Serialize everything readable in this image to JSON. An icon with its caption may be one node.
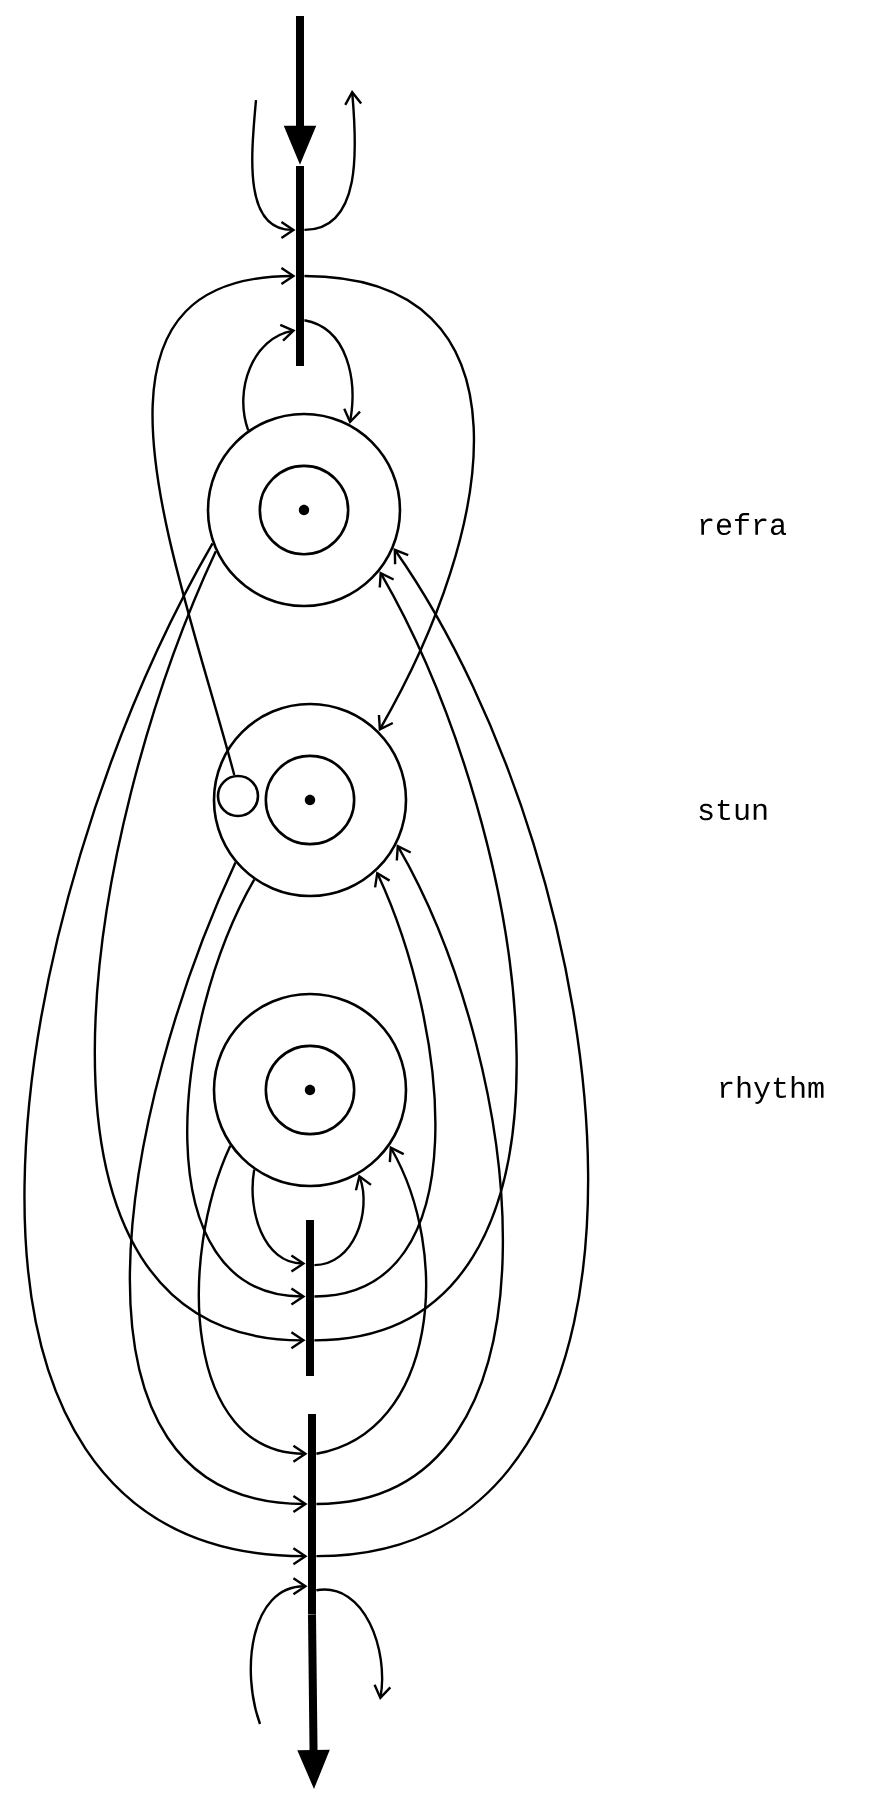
{
  "diagram": {
    "nodes": [
      {
        "text": [],
        "shape": "bar"
      },
      {
        "text": [],
        "shape": "circle"
      },
      {
        "text": [],
        "shape": "circle"
      },
      {
        "text": [],
        "shape": "circle",
        "in": 2
      },
      {
        "text": [],
        "shape": "circle"
      },
      {
        "text": [],
        "shape": "bar"
      },
      {
        "text": [],
        "shape": "bar"
      }
    ],
    "edges": [
      {
        "from": null,
        "to": 0,
        "arrow": "to",
        "style": "thick"
      },
      {
        "from": null,
        "to": 0,
        "arrow": "to"
      },
      {
        "from": 0,
        "to": null,
        "arrow": "to"
      },
      {
        "from": 1,
        "to": 0,
        "arrow": "to"
      },
      {
        "from": 0,
        "to": 1,
        "arrow": "to"
      },
      {
        "from": 3,
        "to": 0,
        "arrow": "to"
      },
      {
        "from": 0,
        "to": 2,
        "arrow": "to"
      },
      {
        "from": 4,
        "to": 5,
        "arrow": "to"
      },
      {
        "from": 2,
        "to": 5,
        "arrow": "to"
      },
      {
        "from": 1,
        "to": 5,
        "arrow": "to"
      },
      {
        "from": 4,
        "to": 6,
        "arrow": "to"
      },
      {
        "from": 2,
        "to": 6,
        "arrow": "to"
      },
      {
        "from": 1,
        "to": 6,
        "arrow": "to"
      },
      {
        "from": null,
        "to": 6,
        "arrow": "to"
      },
      {
        "from": 5,
        "to": 4,
        "arrow": "to"
      },
      {
        "from": 6,
        "to": 4,
        "arrow": "to"
      },
      {
        "from": 5,
        "to": 2,
        "arrow": "to"
      },
      {
        "from": 6,
        "to": 2,
        "arrow": "to"
      },
      {
        "from": 5,
        "to": 1,
        "arrow": "to"
      },
      {
        "from": 6,
        "to": 1,
        "arrow": "to"
      },
      {
        "from": 6,
        "to": null,
        "arrow": "to"
      },
      {
        "from": 6,
        "to": null,
        "arrow": "to",
        "style": "thick"
      }
    ],
    "labels": [
      "refra",
      "stun",
      "rhythm"
    ]
  }
}
